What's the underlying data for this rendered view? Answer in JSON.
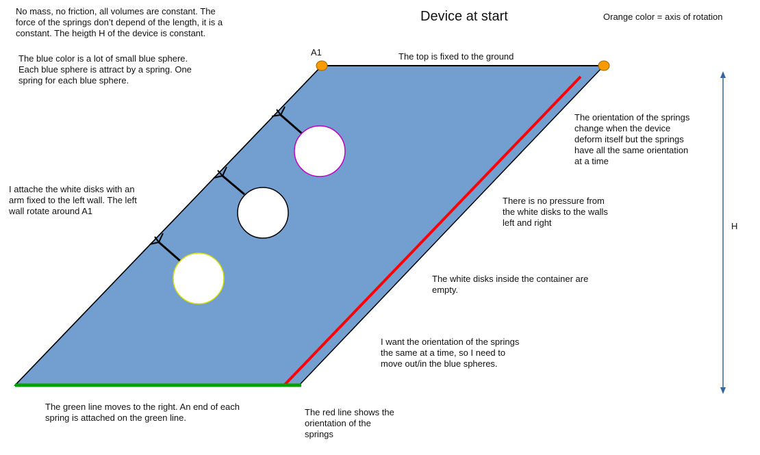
{
  "title": "Device at start",
  "legend_text": "Orange color = axis of rotation",
  "label_a1": "A1",
  "label_h": "H",
  "notes": {
    "assumptions": "No mass, no friction, all volumes are constant. The\nforce of the springs don’t depend of the length, it is a\nconstant. The heigth H of the device is constant.",
    "blue_spheres": "The blue color is a lot of small blue sphere.\nEach blue sphere is attract by a spring. One\nspring for each blue sphere.",
    "top_fixed": "The top is fixed to the ground",
    "spring_orientation_change": "The orientation of the springs\nchange when the device\ndeform itself but the springs\nhave all the same orientation\nat a time",
    "disks_arm": "I attache the white disks with an\narm fixed to the left wall. The left\nwall rotate around A1",
    "no_pressure": "There is no pressure from\nthe white disks to the walls\nleft and right",
    "disks_empty": "The white disks inside the container are\nempty.",
    "move_spheres": "I want the orientation of the springs\nthe same at a time, so I need to\nmove out/in the blue spheres.",
    "green_line": "The green line moves to the right. An end of each\nspring is attached on the green line.",
    "red_line": "The red line shows the\norientation of the\nsprings"
  },
  "colors": {
    "container_fill": "#729fcf",
    "outline": "#000000",
    "orange_axis": "#ff9900",
    "red_line": "#ff0000",
    "green_line": "#00a000",
    "disk_fill": "#ffffff",
    "disk_border_top": "#c000c0",
    "disk_border_mid": "#000000",
    "disk_border_bottom": "#d4e000",
    "arrow": "#3465a4"
  },
  "icons": {
    "axis": "orange-dot-icon",
    "hinge": "arm-hinge-icon",
    "height": "double-arrow-icon"
  }
}
